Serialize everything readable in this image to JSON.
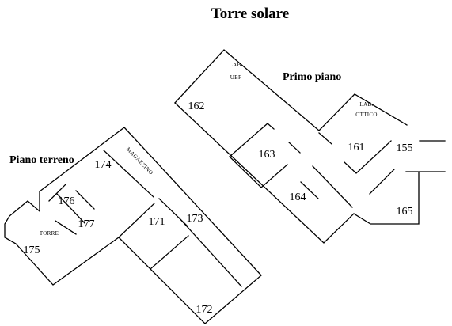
{
  "title": "Torre solare",
  "floors": {
    "ground": "Piano terreno",
    "first": "Primo piano"
  },
  "room_labels": {
    "lab_ubf_1": "LAB.",
    "lab_ubf_2": "UBF",
    "lab_ottico_1": "LAB.",
    "lab_ottico_2": "OTTICO",
    "magazzino": "MAGAZZINO",
    "torre": "TORRE"
  },
  "rooms": {
    "r162": "162",
    "r163": "163",
    "r164": "164",
    "r161": "161",
    "r155": "155",
    "r165": "165",
    "r174": "174",
    "r176": "176",
    "r177": "177",
    "r171": "171",
    "r173": "173",
    "r175": "175",
    "r172": "172"
  }
}
